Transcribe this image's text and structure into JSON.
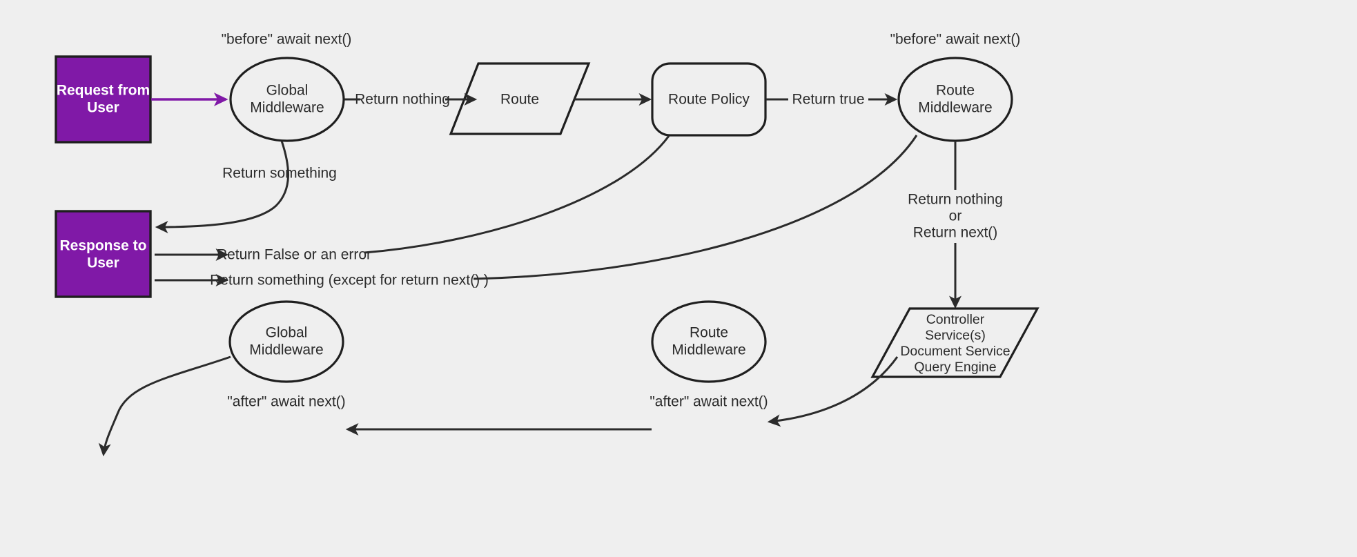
{
  "diagram": {
    "title": "Request lifecycle through middleware, route, policy and controller",
    "background_color": "#efefef",
    "accent_color": "#8019a7",
    "stroke_color": "#1f1f1f",
    "text_color": "#2b2b2b",
    "nodes": {
      "request_box": {
        "line1": "Request from",
        "line2": "User",
        "shape": "rectangle",
        "fill": "#8019a7"
      },
      "response_box": {
        "line1": "Response to",
        "line2": "User",
        "shape": "rectangle",
        "fill": "#8019a7"
      },
      "global_middleware_top": {
        "line1": "Global",
        "line2": "Middleware",
        "shape": "ellipse"
      },
      "route": {
        "line1": "Route",
        "shape": "parallelogram"
      },
      "route_policy": {
        "line1": "Route Policy",
        "shape": "rounded-rectangle"
      },
      "route_middleware_top": {
        "line1": "Route",
        "line2": "Middleware",
        "shape": "ellipse"
      },
      "controller": {
        "line1": "Controller",
        "line2": "Service(s)",
        "line3": "Document Service",
        "line4": "Query Engine",
        "shape": "parallelogram"
      },
      "route_middleware_bottom": {
        "line1": "Route",
        "line2": "Middleware",
        "shape": "ellipse"
      },
      "global_middleware_bottom": {
        "line1": "Global",
        "line2": "Middleware",
        "shape": "ellipse"
      }
    },
    "annotations": {
      "before_await_next_left": "\"before\" await next()",
      "before_await_next_right": "\"before\" await next()",
      "after_await_next_left": "\"after\" await next()",
      "after_await_next_right": "\"after\" await next()"
    },
    "edge_labels": {
      "return_nothing": "Return nothing",
      "return_true": "Return true",
      "return_something_top": "Return something",
      "return_false_or_error": "Return False or an error",
      "return_something_except_next": "Return something (except for return next() )",
      "return_nothing_or_next_line1": "Return nothing",
      "return_nothing_or_next_line2": "or",
      "return_nothing_or_next_line3": "Return next()"
    }
  }
}
